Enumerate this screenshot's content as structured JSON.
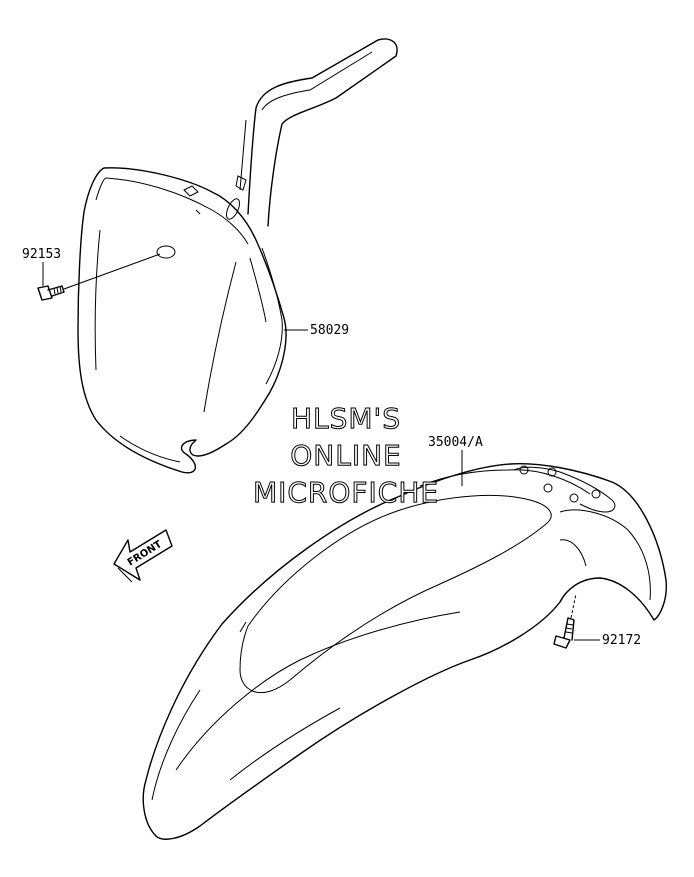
{
  "parts": {
    "bolt_plate": "92153",
    "number_plate": "58029",
    "front_fender": "35004/A",
    "bolt_fender": "92172"
  },
  "watermark": {
    "line1": "HLSM'S",
    "line2": "ONLINE",
    "line3": "MICROFICHE"
  },
  "direction_arrow": {
    "label": "FRONT"
  }
}
